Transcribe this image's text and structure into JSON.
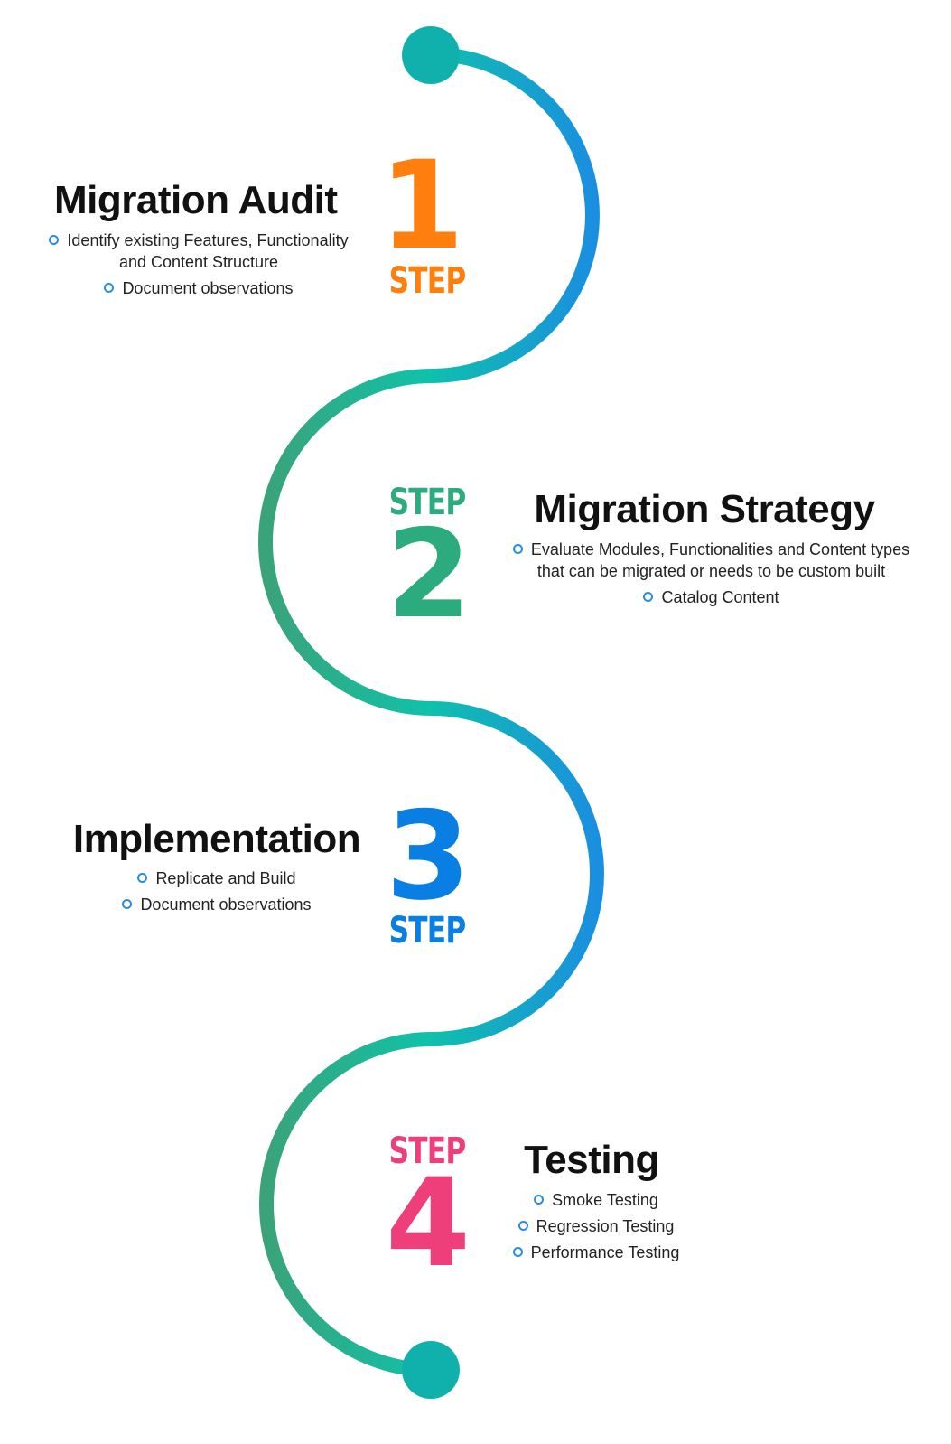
{
  "colors": {
    "step1": "#ff7f0e",
    "step2": "#2bab7e",
    "step3": "#0a7fe3",
    "step4": "#ee3f7a",
    "bullet": "#2a8de0",
    "path_teal": "#17b7a7",
    "path_blue": "#1a8fe0",
    "endpoint": "#10b1ad"
  },
  "steps": [
    {
      "number": "1",
      "step_label": "STEP",
      "title": "Migration Audit",
      "bullets": [
        "Identify existing Features, Functionality",
        "and Content Structure",
        "Document observations"
      ]
    },
    {
      "number": "2",
      "step_label": "STEP",
      "title": "Migration Strategy",
      "bullets": [
        "Evaluate Modules, Functionalities and Content types",
        "that can be migrated or needs to be custom built",
        "Catalog Content"
      ]
    },
    {
      "number": "3",
      "step_label": "STEP",
      "title": "Implementation",
      "bullets": [
        "Replicate and Build",
        "Document observations"
      ]
    },
    {
      "number": "4",
      "step_label": "STEP",
      "title": "Testing",
      "bullets": [
        "Smoke Testing",
        "Regression Testing",
        "Performance Testing"
      ]
    }
  ]
}
